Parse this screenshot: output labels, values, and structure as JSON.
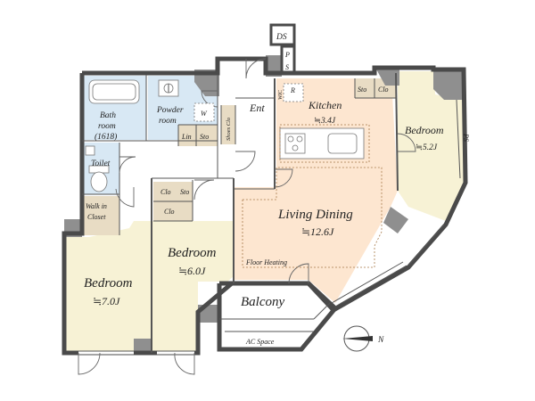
{
  "colors": {
    "bedroom": "#f7f2d5",
    "living": "#fde6d0",
    "wet": "#d8e8f4",
    "storage": "#e8dcc4",
    "hall": "#ffffff",
    "wall": "#4a4a4a"
  },
  "labels": {
    "ds": "DS",
    "ps_top_1": "P",
    "ps_top_2": "S",
    "bath_1": "Bath",
    "bath_2": "room",
    "bath_3": "(1618)",
    "powder_1": "Powder",
    "powder_2": "room",
    "washer": "W",
    "lin": "Lin",
    "sto_powder": "Sto",
    "shoes": "Shoes Clo",
    "ent": "Ent",
    "r": "R",
    "wic_kitchen": "WIC",
    "kitchen": "Kitchen",
    "kitchen_area": "≒3.4J",
    "sto_kitchen": "Sto",
    "clo_kitchen": "Clo",
    "bedroom_right": "Bedroom",
    "bedroom_right_area": "≒5.2J",
    "ps_right": "PS",
    "toilet": "Toilet",
    "wic_1": "Walk in",
    "wic_2": "Closet",
    "clo_mid_1": "Clo",
    "sto_mid": "Sto",
    "clo_mid_2": "Clo",
    "living": "Living Dining",
    "living_area": "≒12.6J",
    "floor_heating": "Floor Heating",
    "bedroom_left": "Bedroom",
    "bedroom_left_area": "≒7.0J",
    "bedroom_mid": "Bedroom",
    "bedroom_mid_area": "≒6.0J",
    "balcony": "Balcony",
    "ac_space": "AC Space",
    "north": "N"
  }
}
